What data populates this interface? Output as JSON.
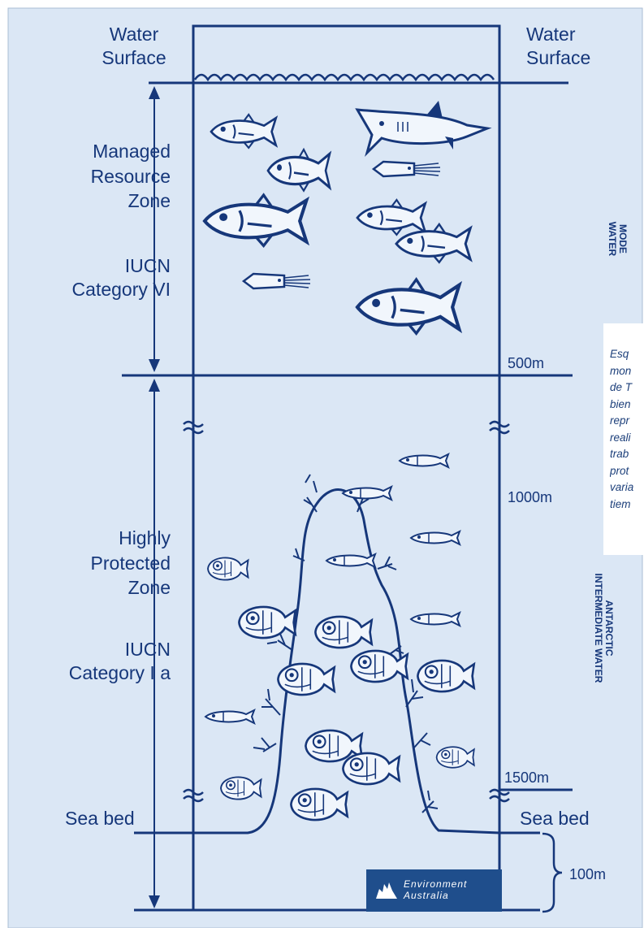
{
  "labels": {
    "water_surface_left": [
      "Water",
      "Surface"
    ],
    "water_surface_right": [
      "Water",
      "Surface"
    ],
    "managed_zone": [
      "Managed",
      "Resource",
      "Zone"
    ],
    "iucn_vi": [
      "IUCN",
      "Category VI"
    ],
    "highly_protected": [
      "Highly",
      "Protected",
      "Zone"
    ],
    "iucn_ia": [
      "IUCN",
      "Category I a"
    ],
    "sea_bed_left": "Sea bed",
    "sea_bed_right": "Sea bed",
    "mode_water": [
      "MODE",
      "WATER"
    ],
    "antarctic_water": [
      "ANTARCTIC",
      "INTERMEDIATE WATER"
    ]
  },
  "depths": {
    "d500": "500m",
    "d1000": "1000m",
    "d1500": "1500m",
    "d100": "100m"
  },
  "logo": [
    "Environment",
    "Australia"
  ],
  "caption": [
    "Esq",
    "mon",
    "de T",
    "bien",
    "repr",
    "reali",
    "trab",
    "prot",
    "varia",
    "tiem"
  ],
  "colors": {
    "background": "#dbe7f5",
    "ink": "#16377a",
    "logo": "#1f4e8c"
  },
  "icons": [
    "fish-icon",
    "shark-icon",
    "squid-icon",
    "coral-icon",
    "wave-icon",
    "kangaroo-emblem-icon"
  ]
}
